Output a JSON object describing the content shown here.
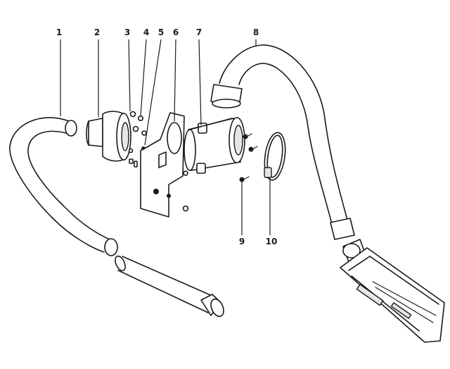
{
  "callouts": [
    {
      "id": "1",
      "label": "1"
    },
    {
      "id": "2",
      "label": "2"
    },
    {
      "id": "3",
      "label": "3"
    },
    {
      "id": "4",
      "label": "4"
    },
    {
      "id": "5",
      "label": "5"
    },
    {
      "id": "6",
      "label": "6"
    },
    {
      "id": "7",
      "label": "7"
    },
    {
      "id": "8",
      "label": "8"
    },
    {
      "id": "9",
      "label": "9"
    },
    {
      "id": "10",
      "label": "10"
    }
  ],
  "colors": {
    "ink": "#1a1a1a",
    "paper": "#ffffff"
  }
}
